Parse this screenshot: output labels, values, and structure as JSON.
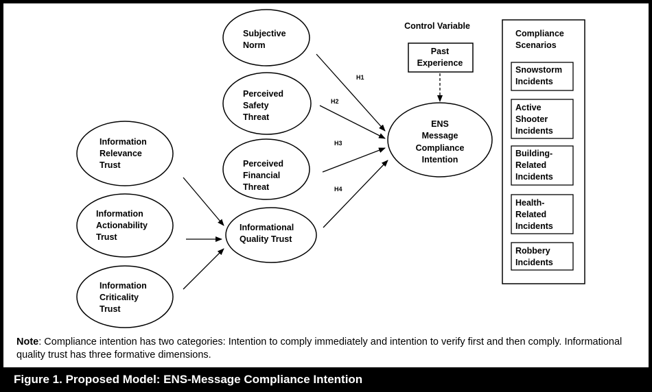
{
  "nodes": {
    "subjective_norm": [
      "Subjective",
      "Norm"
    ],
    "perceived_safety_threat": [
      "Perceived",
      "Safety",
      "Threat"
    ],
    "perceived_financial_threat": [
      "Perceived",
      "Financial",
      "Threat"
    ],
    "informational_quality_trust": [
      "Informational",
      "Quality Trust"
    ],
    "information_relevance_trust": [
      "Information",
      "Relevance",
      "Trust"
    ],
    "information_actionability_trust": [
      "Information",
      "Actionability",
      "Trust"
    ],
    "information_criticality_trust": [
      "Information",
      "Criticality",
      "Trust"
    ],
    "ens_message_compliance_intention": [
      "ENS",
      "Message",
      "Compliance",
      "Intention"
    ],
    "past_experience": [
      "Past",
      "Experience"
    ]
  },
  "control_variable_label": "Control Variable",
  "hypotheses": [
    "H1",
    "H2",
    "H3",
    "H4"
  ],
  "compliance_scenarios": {
    "title": [
      "Compliance",
      "Scenarios"
    ],
    "items": [
      [
        "Snowstorm",
        "Incidents"
      ],
      [
        "Active",
        "Shooter",
        "Incidents"
      ],
      [
        "Building-",
        "Related",
        "Incidents"
      ],
      [
        "Health-",
        "Related",
        "Incidents"
      ],
      [
        "Robbery",
        "Incidents"
      ]
    ]
  },
  "note": {
    "label": "Note",
    "text": ":  Compliance intention has two categories:  Intention to comply immediately and intention to verify first and then comply.  Informational quality trust has three formative dimensions."
  },
  "caption": "Figure 1.  Proposed Model:  ENS-Message Compliance Intention"
}
